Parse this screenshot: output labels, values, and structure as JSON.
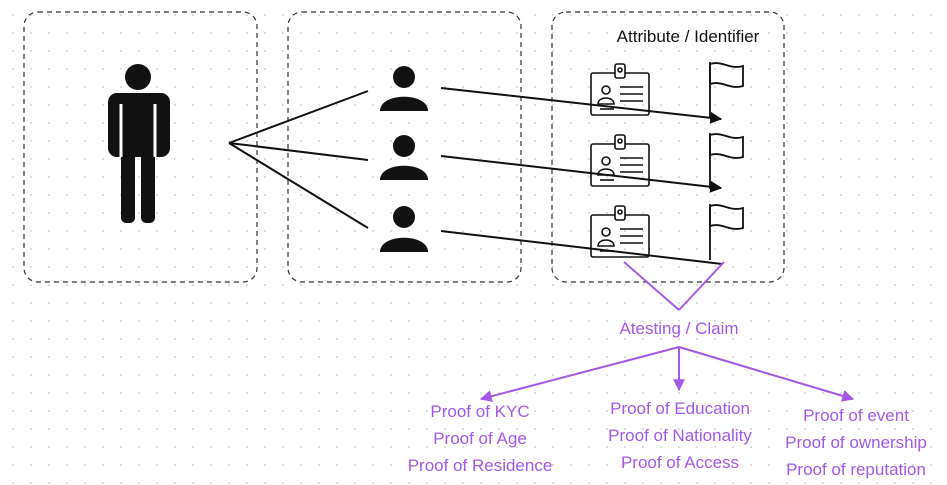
{
  "header": {
    "title": "Attribute / Identifier"
  },
  "claim": {
    "label": "Atesting / Claim"
  },
  "proof_groups": [
    {
      "items": [
        "Proof of KYC",
        "Proof of Age",
        "Proof of Residence"
      ]
    },
    {
      "items": [
        "Proof of Education",
        "Proof of Nationality",
        "Proof of Access"
      ]
    },
    {
      "items": [
        "Proof of event",
        "Proof of ownership",
        "Proof of reputation"
      ]
    }
  ],
  "colors": {
    "accent": "#a259e6",
    "ink": "#111111",
    "frame": "#333333"
  },
  "icons": {
    "entity": "person-full-body-icon",
    "identity": "user-icon",
    "credential": "id-card-icon",
    "identifier": "flag-icon"
  }
}
